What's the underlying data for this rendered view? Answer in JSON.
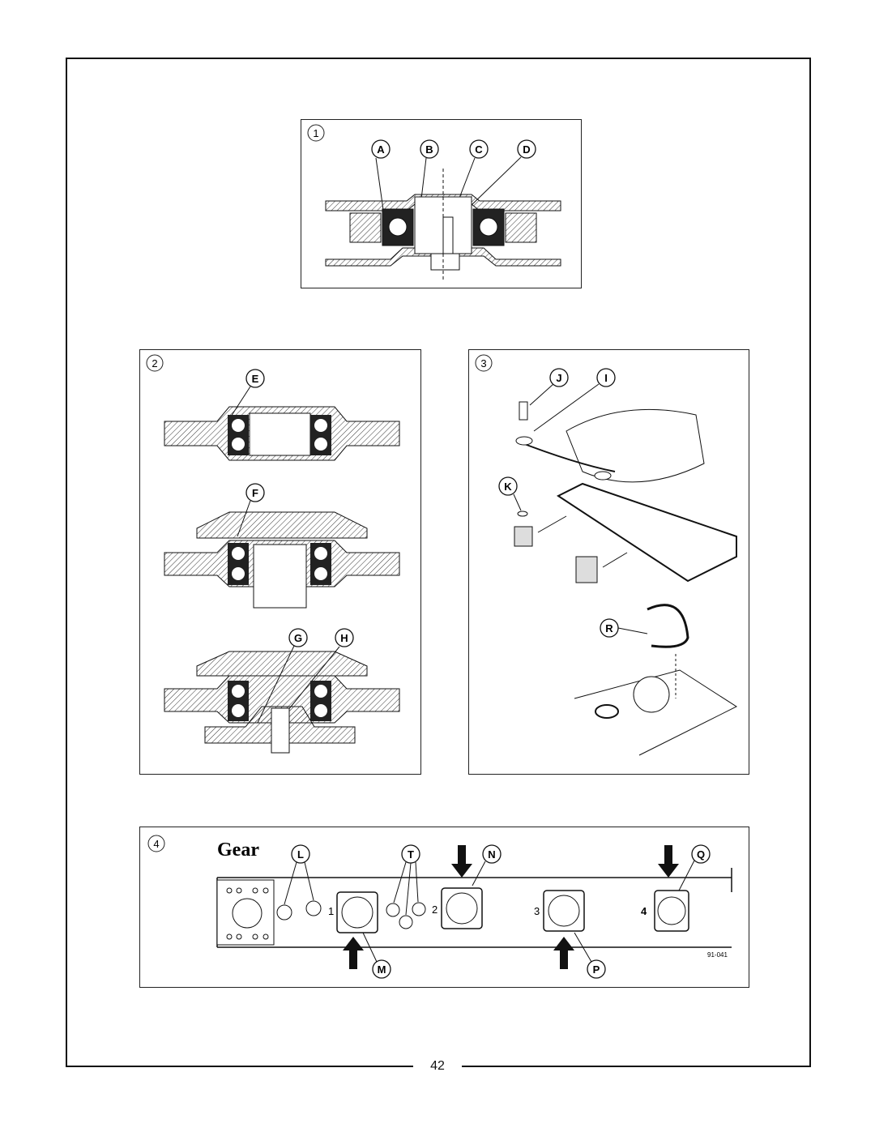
{
  "page_number": "42",
  "panels": [
    {
      "number": "1",
      "callouts": [
        "A",
        "B",
        "C",
        "D"
      ]
    },
    {
      "number": "2",
      "callouts": [
        "E",
        "F",
        "G",
        "H"
      ]
    },
    {
      "number": "3",
      "callouts": [
        "J",
        "I",
        "K",
        "R"
      ]
    },
    {
      "number": "4",
      "title": "Gear",
      "callouts": [
        "L",
        "T",
        "N",
        "Q",
        "M",
        "P"
      ],
      "station_labels": [
        "1",
        "2",
        "3",
        "4"
      ],
      "ref_code": "91-041"
    }
  ]
}
